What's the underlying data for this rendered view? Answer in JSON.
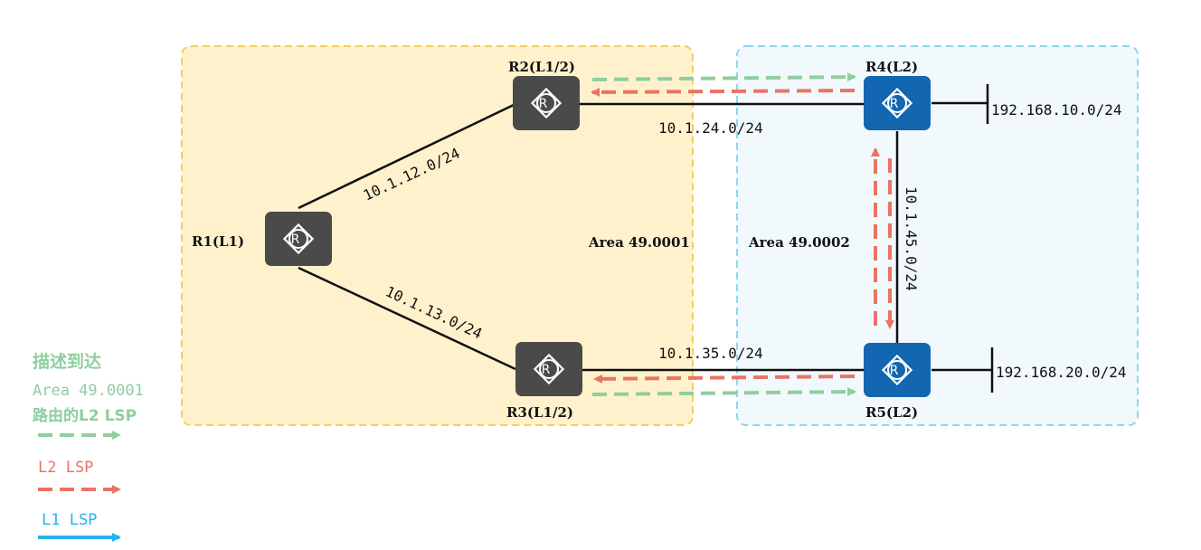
{
  "areas": [
    {
      "id": "area1",
      "label": "Area 49.0001",
      "fill": "#fff1cc",
      "border": "#f5cf5e"
    },
    {
      "id": "area2",
      "label": "Area 49.0002",
      "fill": "#f1f9fd",
      "border": "#8ad8ef"
    }
  ],
  "routers": [
    {
      "id": "R1",
      "label": "R1(L1)",
      "color": "#4a4a4a",
      "icon": "router-icon"
    },
    {
      "id": "R2",
      "label": "R2(L1/2)",
      "color": "#4a4a4a",
      "icon": "router-icon"
    },
    {
      "id": "R3",
      "label": "R3(L1/2)",
      "color": "#4a4a4a",
      "icon": "router-icon"
    },
    {
      "id": "R4",
      "label": "R4(L2)",
      "color": "#1366b0",
      "icon": "router-icon"
    },
    {
      "id": "R5",
      "label": "R5(L2)",
      "color": "#1366b0",
      "icon": "router-icon"
    }
  ],
  "links": [
    {
      "from": "R1",
      "to": "R2",
      "subnet": "10.1.12.0/24"
    },
    {
      "from": "R1",
      "to": "R3",
      "subnet": "10.1.13.0/24"
    },
    {
      "from": "R2",
      "to": "R4",
      "subnet": "10.1.24.0/24"
    },
    {
      "from": "R3",
      "to": "R5",
      "subnet": "10.1.35.0/24"
    },
    {
      "from": "R4",
      "to": "R5",
      "subnet": "10.1.45.0/24"
    }
  ],
  "networks": [
    {
      "router": "R4",
      "subnet": "192.168.10.0/24"
    },
    {
      "router": "R5",
      "subnet": "192.168.20.0/24"
    }
  ],
  "legend": {
    "green_title_line1": "描述到达",
    "green_title_line2": "Area 49.0001",
    "green_title_line3": "路由的L2 LSP",
    "red_title": "L2 LSP",
    "blue_title": "L1 LSP",
    "colors": {
      "green": "#8fcea0",
      "red": "#e87466",
      "blue": "#20b4ea"
    }
  }
}
